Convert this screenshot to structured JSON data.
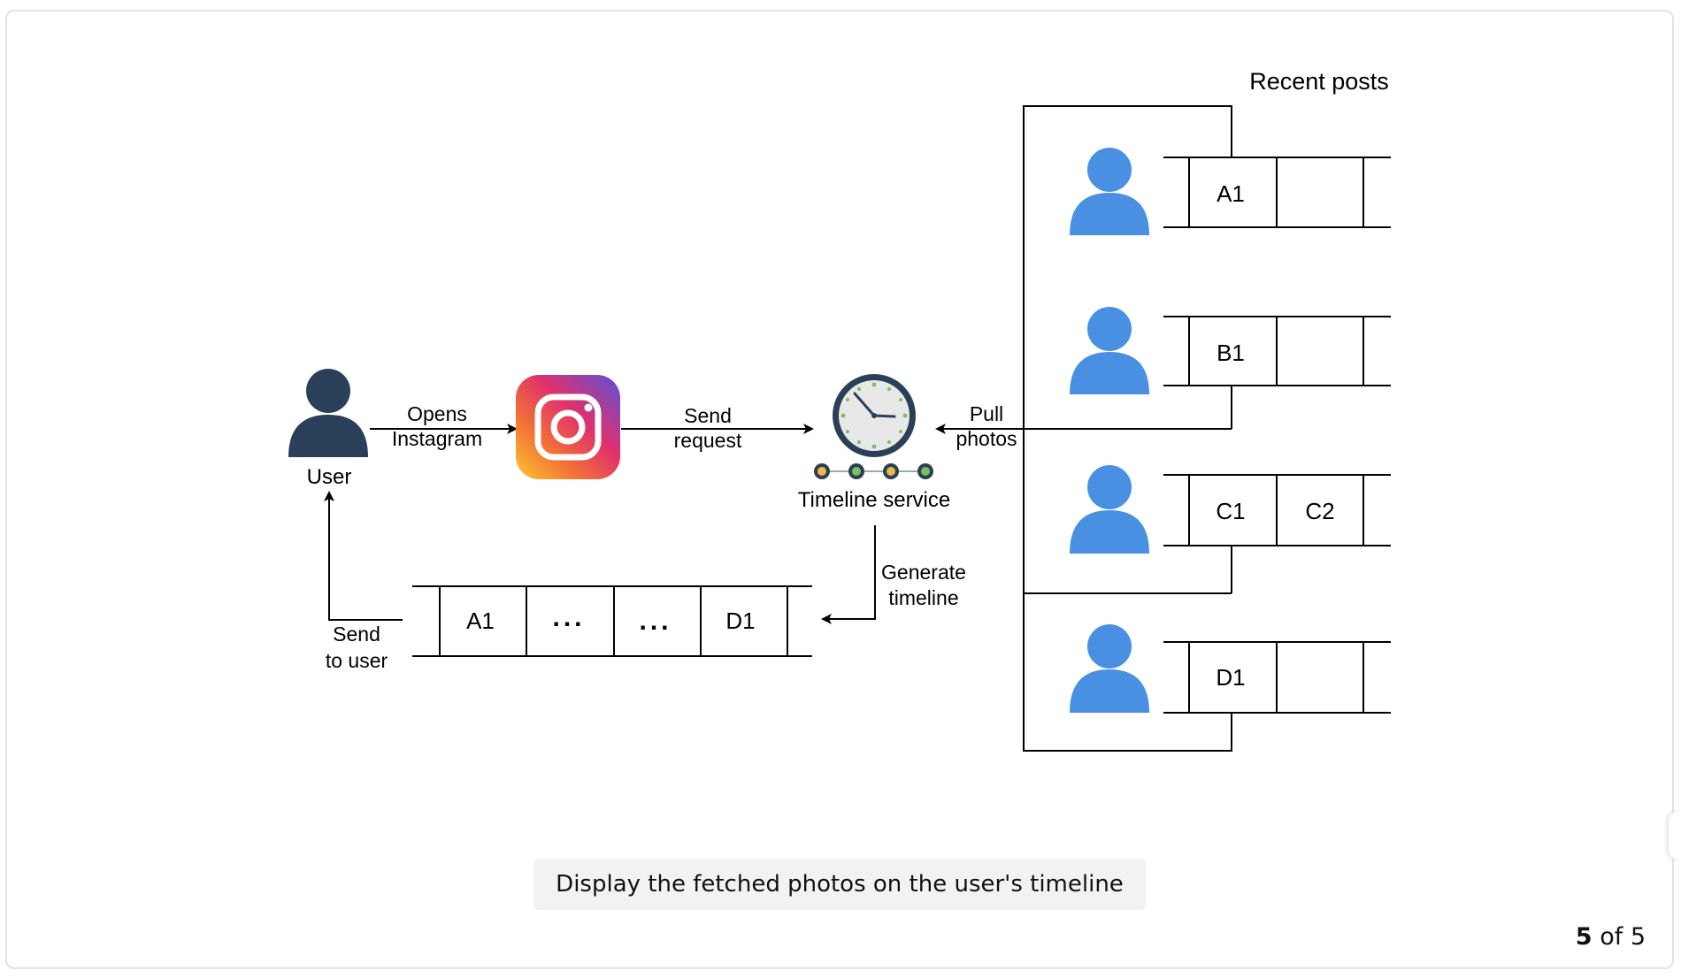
{
  "diagram": {
    "recent_posts_label": "Recent posts",
    "user_label": "User",
    "opens_instagram_line1": "Opens",
    "opens_instagram_line2": "Instagram",
    "send_request_line1": "Send",
    "send_request_line2": "request",
    "timeline_service_label": "Timeline service",
    "pull_photos_line1": "Pull",
    "pull_photos_line2": "photos",
    "generate_timeline_line1": "Generate",
    "generate_timeline_line2": "timeline",
    "send_to_user_line1": "Send",
    "send_to_user_line2": "to user",
    "posts": [
      {
        "cells": [
          "A1",
          ""
        ]
      },
      {
        "cells": [
          "B1",
          ""
        ]
      },
      {
        "cells": [
          "C1",
          "C2"
        ]
      },
      {
        "cells": [
          "D1",
          ""
        ]
      }
    ],
    "timeline_cells": [
      "A1",
      "...",
      "...",
      "D1"
    ],
    "colors": {
      "user_dark": "#2a4058",
      "followee_blue": "#4a90e2",
      "line": "#000000"
    },
    "icons": [
      "user-icon",
      "instagram-logo-icon",
      "clock-icon",
      "followee-user-icon"
    ]
  },
  "caption": "Display the fetched photos on the user's timeline",
  "pager": {
    "current": "5",
    "separator": "of",
    "total": "5"
  }
}
